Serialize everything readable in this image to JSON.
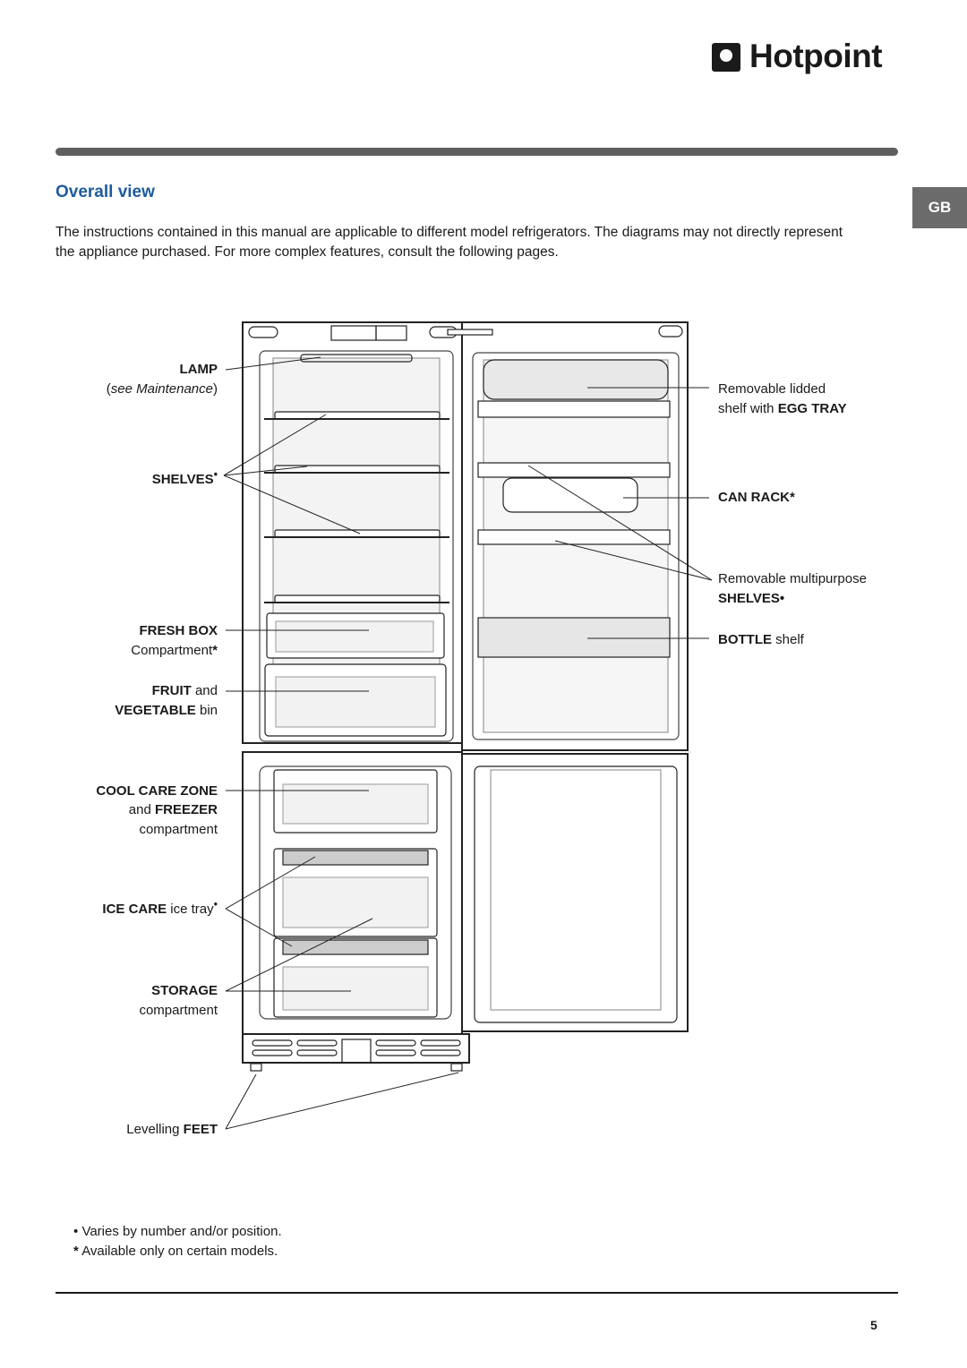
{
  "brand": {
    "name": "Hotpoint"
  },
  "language_tab": "GB",
  "title": "Overall view",
  "intro": "The instructions contained in this manual are applicable to different model refrigerators. The diagrams may not directly represent the appliance purchased. For more complex features, consult the following pages.",
  "labels_left": {
    "lamp": "LAMP",
    "lamp_note": "see Maintenance",
    "shelves": "SHELVES",
    "fresh_box": "FRESH BOX",
    "fresh_box_sub": "Compartment",
    "fruit": "FRUIT",
    "fruit_and": " and",
    "vegetable": "VEGETABLE",
    "vegetable_bin": " bin",
    "cool_care": "COOL CARE ZONE",
    "and": "and ",
    "freezer": "FREEZER",
    "compartment": "compartment",
    "ice_care": "ICE CARE",
    "ice_tray": " ice tray",
    "storage": "STORAGE",
    "storage_sub": "compartment",
    "levelling": "Levelling ",
    "feet": "FEET"
  },
  "labels_right": {
    "removable_lidded": "Removable lidded",
    "shelf_with": "shelf with ",
    "egg_tray": "EGG TRAY",
    "can_rack": "CAN RACK",
    "removable_multi": "Removable multipurpose",
    "shelves": "SHELVES",
    "bottle": "BOTTLE",
    "bottle_shelf": " shelf"
  },
  "symbols": {
    "bullet": "•",
    "asterisk": "*"
  },
  "notes": {
    "bullet_note": "Varies by number and/or position.",
    "asterisk_note": "Available only on certain models."
  },
  "page_number": "5"
}
